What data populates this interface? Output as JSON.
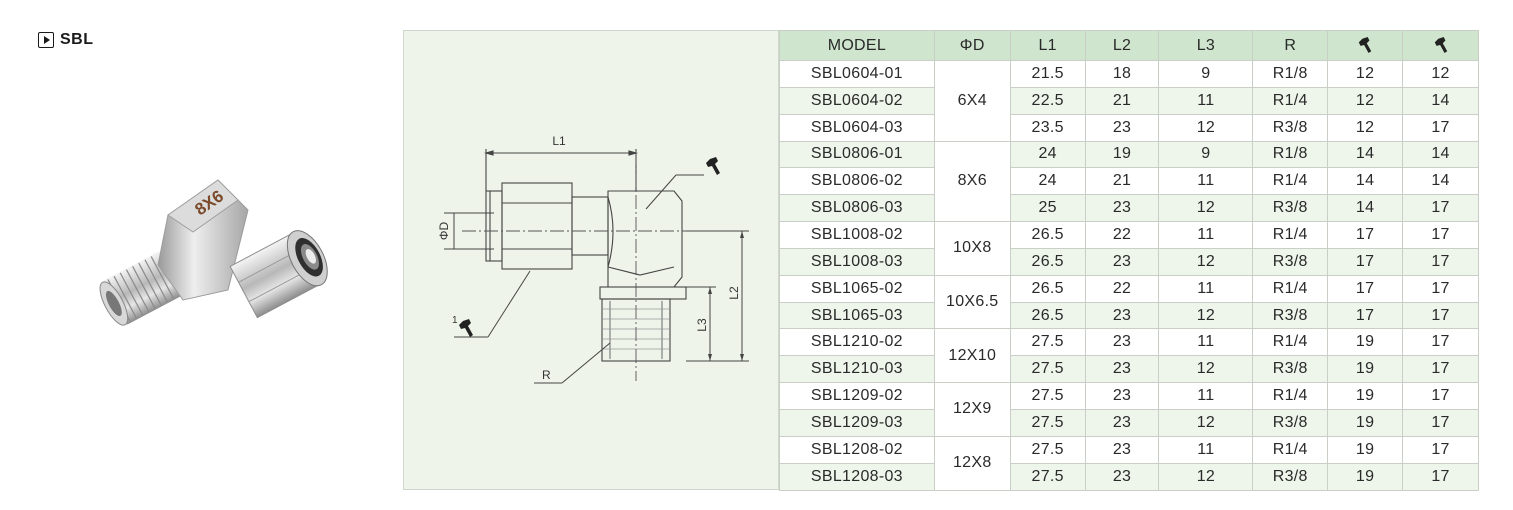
{
  "header": {
    "title": "SBL"
  },
  "product_photo": {
    "marking": "8X6"
  },
  "drawing": {
    "labels": {
      "l1": "L1",
      "l2": "L2",
      "l3": "L3",
      "od": "ΦD",
      "r": "R",
      "wrench1_index": "1"
    },
    "icons": [
      "wrench-icon",
      "wrench-icon"
    ]
  },
  "table": {
    "headers": [
      "MODEL",
      "ΦD",
      "L1",
      "L2",
      "L3",
      "R"
    ],
    "wrench_headers": [
      "wrench-icon",
      "wrench-icon"
    ],
    "rows": [
      {
        "model": "SBL0604-01",
        "od": "6X4",
        "l1": "21.5",
        "l2": "18",
        "l3": "9",
        "r": "R1/8",
        "w1": "12",
        "w2": "12"
      },
      {
        "model": "SBL0604-02",
        "od": "6X4",
        "l1": "22.5",
        "l2": "21",
        "l3": "11",
        "r": "R1/4",
        "w1": "12",
        "w2": "14"
      },
      {
        "model": "SBL0604-03",
        "od": "6X4",
        "l1": "23.5",
        "l2": "23",
        "l3": "12",
        "r": "R3/8",
        "w1": "12",
        "w2": "17"
      },
      {
        "model": "SBL0806-01",
        "od": "8X6",
        "l1": "24",
        "l2": "19",
        "l3": "9",
        "r": "R1/8",
        "w1": "14",
        "w2": "14"
      },
      {
        "model": "SBL0806-02",
        "od": "8X6",
        "l1": "24",
        "l2": "21",
        "l3": "11",
        "r": "R1/4",
        "w1": "14",
        "w2": "14"
      },
      {
        "model": "SBL0806-03",
        "od": "8X6",
        "l1": "25",
        "l2": "23",
        "l3": "12",
        "r": "R3/8",
        "w1": "14",
        "w2": "17"
      },
      {
        "model": "SBL1008-02",
        "od": "10X8",
        "l1": "26.5",
        "l2": "22",
        "l3": "11",
        "r": "R1/4",
        "w1": "17",
        "w2": "17"
      },
      {
        "model": "SBL1008-03",
        "od": "10X8",
        "l1": "26.5",
        "l2": "23",
        "l3": "12",
        "r": "R3/8",
        "w1": "17",
        "w2": "17"
      },
      {
        "model": "SBL1065-02",
        "od": "10X6.5",
        "l1": "26.5",
        "l2": "22",
        "l3": "11",
        "r": "R1/4",
        "w1": "17",
        "w2": "17"
      },
      {
        "model": "SBL1065-03",
        "od": "10X6.5",
        "l1": "26.5",
        "l2": "23",
        "l3": "12",
        "r": "R3/8",
        "w1": "17",
        "w2": "17"
      },
      {
        "model": "SBL1210-02",
        "od": "12X10",
        "l1": "27.5",
        "l2": "23",
        "l3": "11",
        "r": "R1/4",
        "w1": "19",
        "w2": "17"
      },
      {
        "model": "SBL1210-03",
        "od": "12X10",
        "l1": "27.5",
        "l2": "23",
        "l3": "12",
        "r": "R3/8",
        "w1": "19",
        "w2": "17"
      },
      {
        "model": "SBL1209-02",
        "od": "12X9",
        "l1": "27.5",
        "l2": "23",
        "l3": "11",
        "r": "R1/4",
        "w1": "19",
        "w2": "17"
      },
      {
        "model": "SBL1209-03",
        "od": "12X9",
        "l1": "27.5",
        "l2": "23",
        "l3": "12",
        "r": "R3/8",
        "w1": "19",
        "w2": "17"
      },
      {
        "model": "SBL1208-02",
        "od": "12X8",
        "l1": "27.5",
        "l2": "23",
        "l3": "11",
        "r": "R1/4",
        "w1": "19",
        "w2": "17"
      },
      {
        "model": "SBL1208-03",
        "od": "12X8",
        "l1": "27.5",
        "l2": "23",
        "l3": "12",
        "r": "R3/8",
        "w1": "19",
        "w2": "17"
      }
    ]
  },
  "colors": {
    "header_bg": "#cfe5cd",
    "row_alt": "#eef6ec",
    "panel_bg": "#eef4ea"
  }
}
